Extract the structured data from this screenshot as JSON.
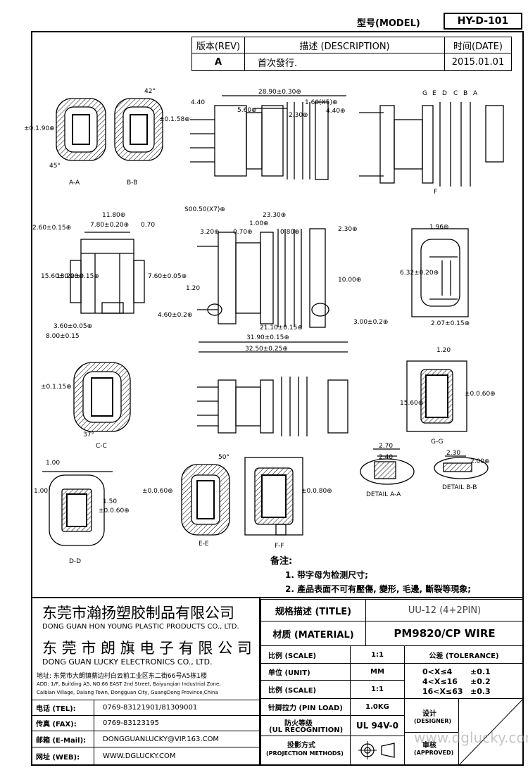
{
  "header": {
    "model_label": "型号(MODEL)",
    "model_value": "HY-D-101",
    "rev_label": "版本(REV)",
    "desc_label": "描述 (DESCRIPTION)",
    "date_label": "时间(DATE)",
    "rev_value": "A",
    "desc_value": "首次發行.",
    "date_value": "2015.01.01"
  },
  "drawing": {
    "dims": {
      "d1": "±0.1.90⊕",
      "d2": "±0.1.58⊕",
      "d3": "42°",
      "d4": "45°",
      "aa": "A-A",
      "bb": "B-B",
      "top_28": "28.90±0.30⊕",
      "top_440": "4.40",
      "top_560": "5.60⊕",
      "top_160": "1.60(X5)⊕",
      "top_230": "2.30⊕",
      "top_440b": "4.40⊕",
      "g": "G",
      "e": "E",
      "dd": "D",
      "c": "C",
      "b": "B",
      "a": "A",
      "f": "F",
      "d11": "11.80⊕",
      "d260": "2.60±0.15⊕",
      "d780": "7.80±0.20⊕",
      "d070": "0.70",
      "d1560": "15.60±0.20⊕",
      "d1320": "13.20±0.15⊕",
      "d760": "7.60±0.05⊕",
      "d360": "3.60±0.05⊕",
      "d800": "8.00±0.15",
      "d2330": "23.30⊕",
      "d5050": "S00.50(X7)⊕",
      "d320": "3.20⊕",
      "d070b": "0.70⊕",
      "d100": "1.00⊕",
      "d080": "0.80⊕",
      "d230b": "2.30⊕",
      "d120": "1.20",
      "d1000": "10.00⊕",
      "d460": "4.60±0.2⊕",
      "d2110": "21.10±0.15⊕",
      "d3190": "31.90±0.15⊕",
      "d3250": "32.50±0.25⊕",
      "d300": "3.00±0.2⊕",
      "d196": "1.96⊕",
      "d632": "6.32±0.20⊕",
      "d207": "2.07±0.15⊕",
      "d115": "±0.1.15⊕",
      "d37": "37°",
      "cc": "C-C",
      "d120b": "1.20",
      "d1560b": "15.60⊕",
      "d060": "±0.0.60⊕",
      "gg": "G-G",
      "d100c": "1.00",
      "d100d": "1.00",
      "d150": "1.50",
      "d060b": "±0.0.60⊕",
      "ddd": "D-D",
      "d50": "50°",
      "d060c": "±0.0.60⊕",
      "ee": "E-E",
      "d080b": "±0.0.80⊕",
      "ff": "F-F",
      "d270": "2.70",
      "d240": "2.40",
      "detail_a": "DETAIL A-A",
      "d230c": "2.30",
      "d200": "2.00⊕",
      "detail_b": "DETAIL B-B"
    }
  },
  "notes": {
    "title": "备注:",
    "n1": "1. 带字母为检测尺寸;",
    "n2": "2. 產品表面不可有壓傷, 變形, 毛邊, 斷裂等現象;"
  },
  "company": {
    "cn1": "东莞市瀚扬塑胶制品有限公司",
    "en1": "DONG GUAN HON YOUNG PLASTIC PRODUCTS CO., LTD.",
    "cn2": "东 莞 市 朗 旗 电 子 有 限 公 司",
    "en2": "DONG GUAN LUCKY ELECTRONICS CO., LTD.",
    "addr_cn": "地址: 东莞市大朗镇蔡边村白云前工业区东二街66号A5栋1楼",
    "addr_en1": "ADD: 1/F, Building A5, NO.66 EAST 2nd Street, Baiyunqian Industrial Zone,",
    "addr_en2": "Caibian Village, Dalang Town, Dongguan City, GuangDong Province,China"
  },
  "contact": {
    "tel_label": "电话 (TEL):",
    "tel_value": "0769-83121901/81309001",
    "fax_label": "传真 (FAX):",
    "fax_value": "0769-83123195",
    "mail_label": "邮箱 (E-Mail):",
    "mail_value": "DONGGUANLUCKY@VIP.163.COM",
    "web_label": "网址 (WEB):",
    "web_value": "WWW.DGLUCKY.COM"
  },
  "spec": {
    "title_label": "规格描述 (TITLE)",
    "title_value": "UU-12 (4+2PIN)",
    "material_label": "材质 (MATERIAL)",
    "material_value": "PM9820/CP WIRE",
    "scale_label": "比例 (SCALE)",
    "scale_value": "1:1",
    "tol_label": "公差 (TOLERANCE)",
    "unit_label": "单位 (UNIT)",
    "unit_value": "MM",
    "scale2_label": "比例 (SCALE)",
    "scale2_value": "1:1",
    "pin_label": "针脚拉力 (PIN LOAD)",
    "pin_value": "1.0KG",
    "fire_label": "防火等级",
    "fire_label2": "(UL RECOGNITION)",
    "fire_value": "UL 94V-0",
    "proj_label": "投影方式",
    "proj_label2": "(PROJECTION METHODS)",
    "tol1": "0<X≤4",
    "tol1v": "±0.1",
    "tol2": "4<X≤16",
    "tol2v": "±0.2",
    "tol3": "16<X≤63",
    "tol3v": "±0.3",
    "designer": "设计",
    "designer2": "(DESIGNER)",
    "approved": "审核",
    "approved2": "(APPROVED)",
    "watermark": "www.dglucky.com"
  }
}
